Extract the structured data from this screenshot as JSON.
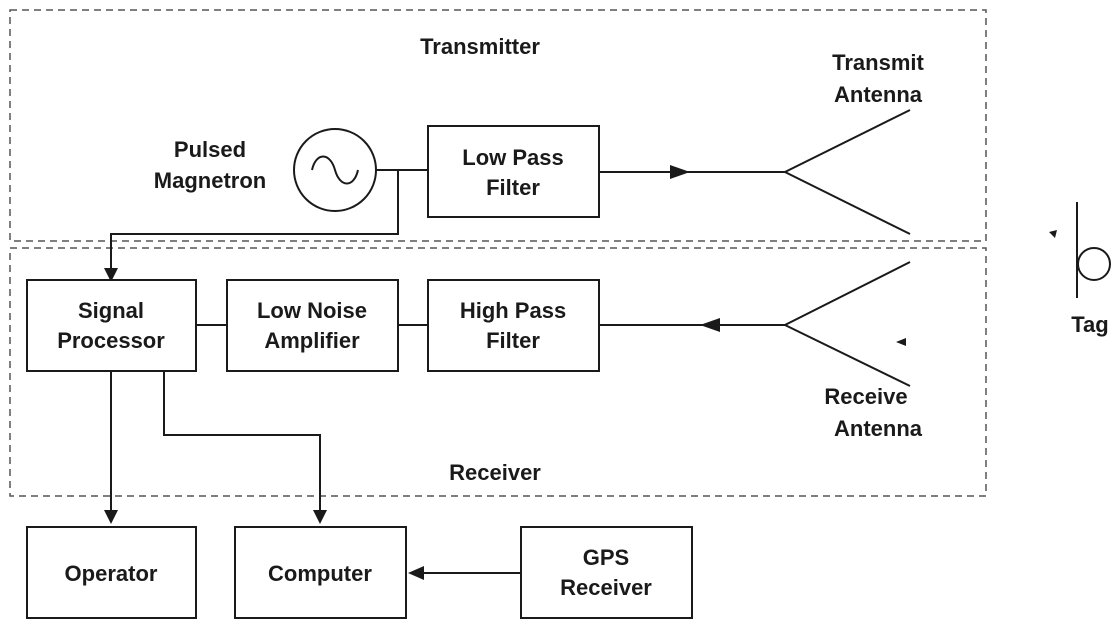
{
  "transmitter_label": "Transmitter",
  "receiver_label": "Receiver",
  "magnetron": {
    "line1": "Pulsed",
    "line2": "Magnetron"
  },
  "lpf": {
    "line1": "Low Pass",
    "line2": "Filter"
  },
  "transmit_antenna": {
    "line1": "Transmit",
    "line2": "Antenna"
  },
  "signal_processor": {
    "line1": "Signal",
    "line2": "Processor"
  },
  "lna": {
    "line1": "Low Noise",
    "line2": "Amplifier"
  },
  "hpf": {
    "line1": "High Pass",
    "line2": "Filter"
  },
  "receive_antenna": {
    "line1": "Receive",
    "line2": "Antenna"
  },
  "tag_label": "Tag",
  "operator": "Operator",
  "computer": "Computer",
  "gps": {
    "line1": "GPS",
    "line2": "Receiver"
  }
}
